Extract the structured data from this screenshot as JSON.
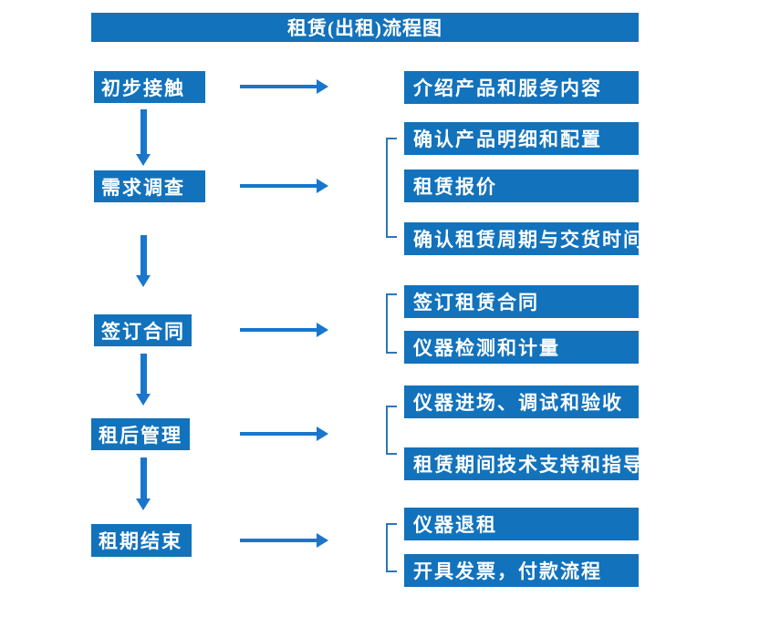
{
  "title": "租赁(出租)流程图",
  "colors": {
    "box_blue": "#1272BC",
    "arrow_blue": "#1976CC",
    "bracket_blue": "#2E75B6",
    "text_white": "#FFFFFF",
    "background": "#FFFFFF"
  },
  "left_steps": [
    {
      "label": "初步接触"
    },
    {
      "label": "需求调查"
    },
    {
      "label": "签订合同"
    },
    {
      "label": "租后管理"
    },
    {
      "label": "租期结束"
    }
  ],
  "right_items": [
    {
      "label": "介绍产品和服务内容"
    },
    {
      "label": "确认产品明细和配置"
    },
    {
      "label": "租赁报价"
    },
    {
      "label": "确认租赁周期与交货时间"
    },
    {
      "label": "签订租赁合同"
    },
    {
      "label": "仪器检测和计量"
    },
    {
      "label": "仪器进场、调试和验收"
    },
    {
      "label": "租赁期间技术支持和指导"
    },
    {
      "label": "仪器退租"
    },
    {
      "label": "开具发票，付款流程"
    }
  ]
}
